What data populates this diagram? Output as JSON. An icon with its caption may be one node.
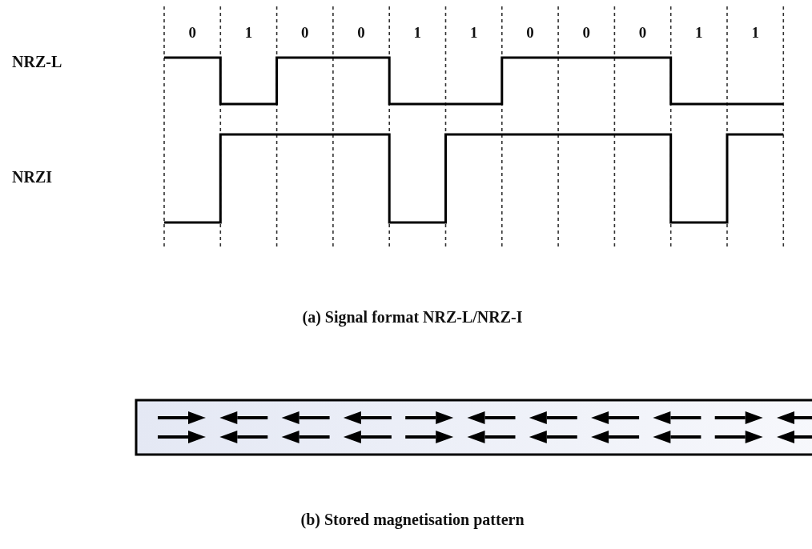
{
  "diagram": {
    "labels": [
      "0",
      "1",
      "0",
      "0",
      "1",
      "1",
      "0",
      "0",
      "0",
      "1",
      "1",
      "NRZ-L",
      "NRZI",
      "(a) Signal format NRZ-L/NRZ-I",
      "(b) Stored magnetisation pattern"
    ]
  }
}
